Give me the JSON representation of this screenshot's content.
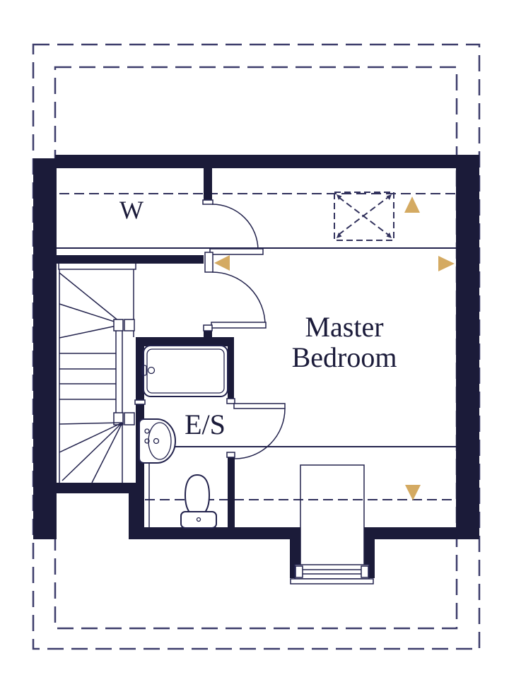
{
  "labels": {
    "wardrobe": "W",
    "master_bedroom_line1": "Master",
    "master_bedroom_line2": "Bedroom",
    "ensuite": "E/S"
  },
  "icons": {
    "rooflight": "dashed-square-with-x-arrows",
    "window_arrows": [
      "up-triangle",
      "right-triangle",
      "left-triangle",
      "down-triangle"
    ]
  },
  "colors": {
    "wall": "#1b1b39",
    "line": "#23234d",
    "roof_dash": "#3d3d6b",
    "interior_dash": "#31315c",
    "gold": "#d4aa62",
    "text": "#1b1b3a",
    "background": "#ffffff"
  }
}
